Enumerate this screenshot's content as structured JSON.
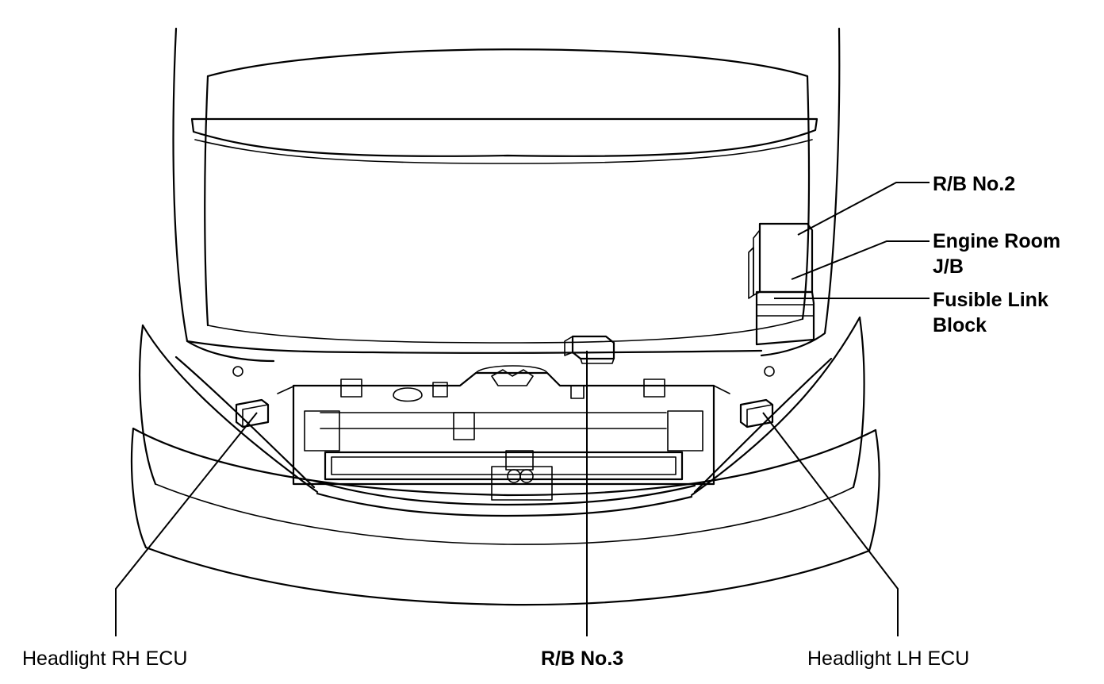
{
  "labels": {
    "rb_no2": "R/B No.2",
    "engine_room_1": "Engine Room",
    "engine_room_2": "J/B",
    "fusible_1": "Fusible Link",
    "fusible_2": "Block",
    "headlight_rh": "Headlight RH ECU",
    "rb_no3": "R/B No.3",
    "headlight_lh": "Headlight LH ECU"
  }
}
